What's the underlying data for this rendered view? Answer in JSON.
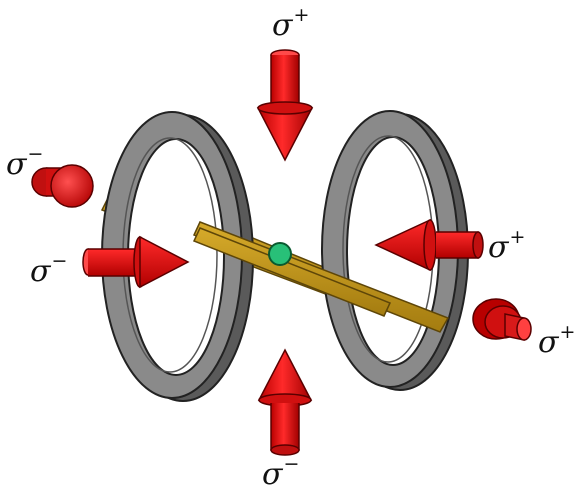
{
  "labels": {
    "top": {
      "symbol": "σ",
      "sign": "+"
    },
    "bottom": {
      "symbol": "σ",
      "sign": "−"
    },
    "left_upper": {
      "symbol": "σ",
      "sign": "−"
    },
    "left_middle": {
      "symbol": "σ",
      "sign": "−"
    },
    "right_middle": {
      "symbol": "σ",
      "sign": "+"
    },
    "right_lower": {
      "symbol": "σ",
      "sign": "+"
    }
  },
  "colors": {
    "beam": "#e01010",
    "beam_dark": "#8a0000",
    "coil": "#808080",
    "coil_dark": "#4d4d4d",
    "rod": "#b8901a",
    "rod_dark": "#6e520a",
    "atoms": "#28c078"
  }
}
